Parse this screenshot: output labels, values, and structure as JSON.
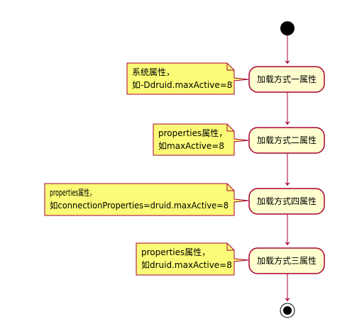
{
  "colors": {
    "arrow": "#A80036",
    "node_fill": "#FEFECE",
    "node_stroke": "#A80036",
    "note_fill": "#FBFB77",
    "note_stroke": "#A80036",
    "start_fill": "#000000"
  },
  "activities": [
    {
      "label": "加载方式一属性",
      "note_lines": [
        "系统属性，",
        "如-Ddruid.maxActive=8"
      ]
    },
    {
      "label": "加载方式二属性",
      "note_lines": [
        "properties属性，",
        "如maxActive=8"
      ]
    },
    {
      "label": "加载方式四属性",
      "note_lines": [
        "properties属性，",
        "如connectionProperties=druid.maxActive=8"
      ]
    },
    {
      "label": "加载方式三属性",
      "note_lines": [
        "properties属性，",
        "如druid.maxActive=8"
      ]
    }
  ]
}
